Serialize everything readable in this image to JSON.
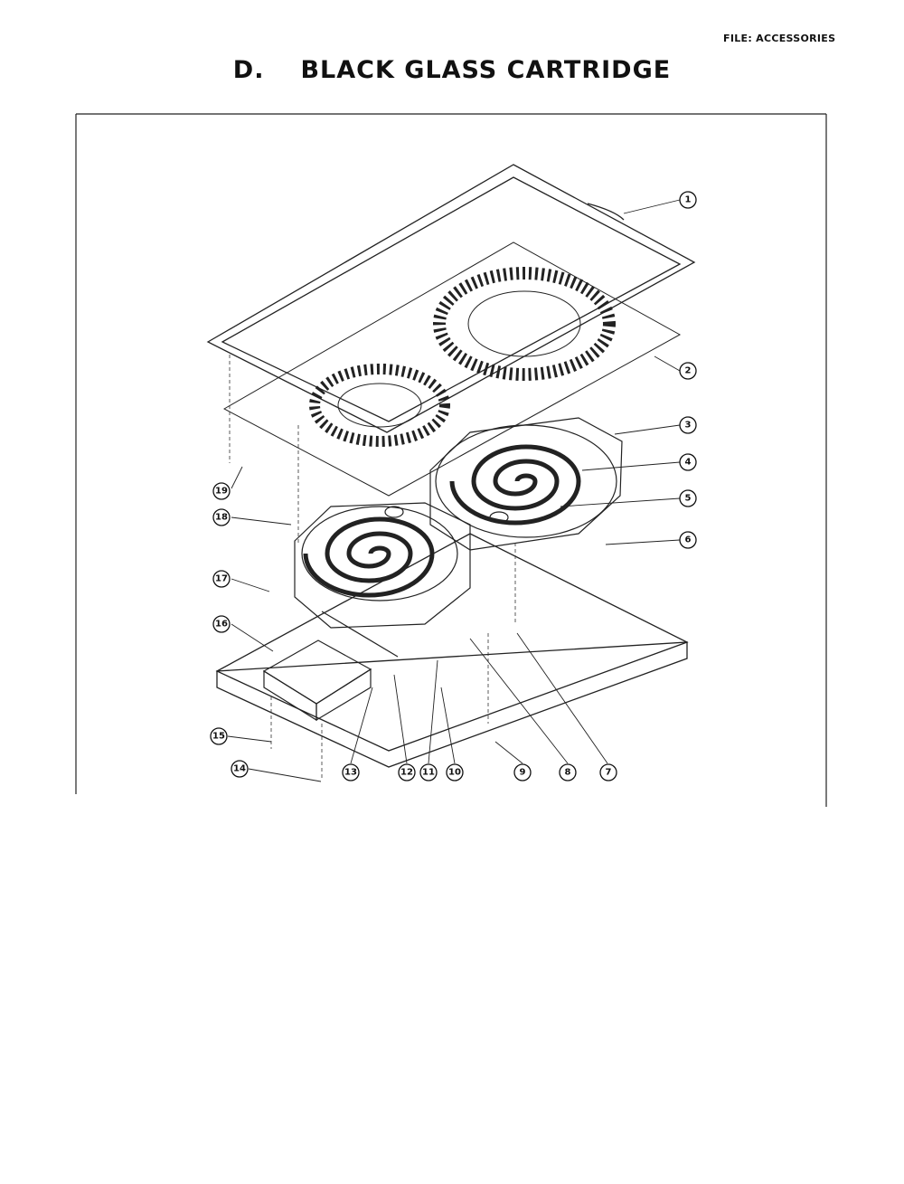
{
  "header": {
    "file_label": "FILE: ACCESSORIES",
    "title_letter": "D.",
    "title_text": "BLACK GLASS CARTRIDGE"
  },
  "diagram": {
    "callouts": [
      "1",
      "2",
      "3",
      "4",
      "5",
      "6",
      "7",
      "8",
      "9",
      "10",
      "11",
      "12",
      "13",
      "14",
      "15",
      "16",
      "17",
      "18",
      "19"
    ]
  },
  "colors": {
    "ink": "#111111",
    "paper": "#ffffff"
  }
}
